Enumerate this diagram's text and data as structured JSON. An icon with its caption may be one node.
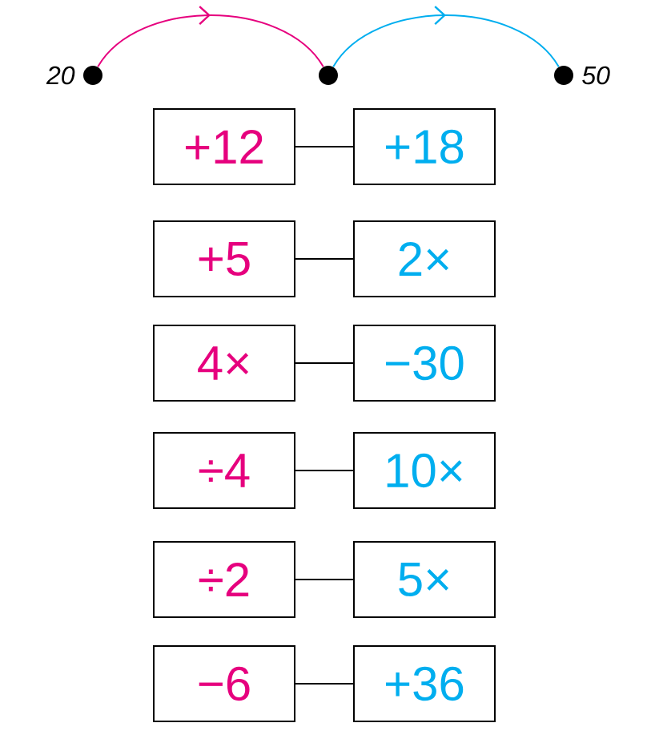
{
  "diagram": {
    "nodes": [
      {
        "text": [],
        "shape": "circle",
        "beside": [
          "20"
        ]
      },
      {
        "text": [],
        "shape": "circle"
      },
      {
        "text": [],
        "shape": "circle",
        "beside": [
          "50"
        ]
      },
      {
        "text": [
          "+12"
        ]
      },
      {
        "text": [
          "+18"
        ]
      },
      {
        "text": [
          "+5"
        ]
      },
      {
        "text": [
          "2×"
        ]
      },
      {
        "text": [
          "4×"
        ]
      },
      {
        "text": [
          "−30"
        ]
      },
      {
        "text": [
          "÷4"
        ]
      },
      {
        "text": [
          "10×"
        ]
      },
      {
        "text": [
          "÷2"
        ]
      },
      {
        "text": [
          "5×"
        ]
      },
      {
        "text": [
          "−6"
        ]
      },
      {
        "text": [
          "+36"
        ]
      }
    ],
    "edges": [
      {
        "from": 0,
        "to": 1,
        "arrow": "to",
        "color": "#e6007e"
      },
      {
        "from": 1,
        "to": 2,
        "arrow": "to",
        "color": "#00aeef"
      },
      {
        "from": 3,
        "to": 4,
        "arrow": "none"
      },
      {
        "from": 5,
        "to": 6,
        "arrow": "none"
      },
      {
        "from": 7,
        "to": 8,
        "arrow": "none"
      },
      {
        "from": 9,
        "to": 10,
        "arrow": "none"
      },
      {
        "from": 11,
        "to": 12,
        "arrow": "none"
      },
      {
        "from": 13,
        "to": 14,
        "arrow": "none"
      }
    ]
  }
}
